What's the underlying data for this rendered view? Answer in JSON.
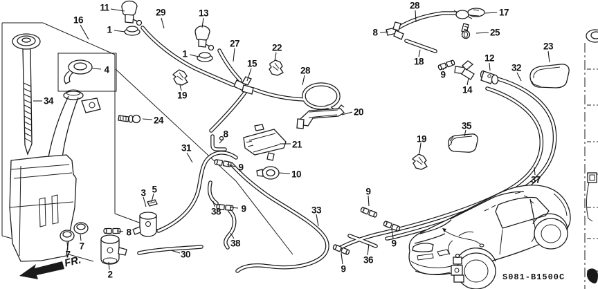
{
  "diagram": {
    "background_color": "#ffffff",
    "line_color": "#1a1a1a"
  },
  "orientation": {
    "front_label": "FR."
  },
  "footer": {
    "drawing_code": "S081-B1500C"
  },
  "callouts": [
    {
      "label": "11"
    },
    {
      "label": "1"
    },
    {
      "label": "29"
    },
    {
      "label": "16"
    },
    {
      "label": "13"
    },
    {
      "label": "1"
    },
    {
      "label": "27"
    },
    {
      "label": "15"
    },
    {
      "label": "22"
    },
    {
      "label": "28"
    },
    {
      "label": "28"
    },
    {
      "label": "17"
    },
    {
      "label": "8"
    },
    {
      "label": "25"
    },
    {
      "label": "18"
    },
    {
      "label": "9"
    },
    {
      "label": "12"
    },
    {
      "label": "14"
    },
    {
      "label": "23"
    },
    {
      "label": "32"
    },
    {
      "label": "19"
    },
    {
      "label": "4"
    },
    {
      "label": "24"
    },
    {
      "label": "34"
    },
    {
      "label": "20"
    },
    {
      "label": "8"
    },
    {
      "label": "21"
    },
    {
      "label": "31"
    },
    {
      "label": "9"
    },
    {
      "label": "10"
    },
    {
      "label": "19"
    },
    {
      "label": "35"
    },
    {
      "label": "37"
    },
    {
      "label": "3"
    },
    {
      "label": "5"
    },
    {
      "label": "8"
    },
    {
      "label": "38"
    },
    {
      "label": "9"
    },
    {
      "label": "38"
    },
    {
      "label": "33"
    },
    {
      "label": "9"
    },
    {
      "label": "7"
    },
    {
      "label": "7"
    },
    {
      "label": "2"
    },
    {
      "label": "30"
    },
    {
      "label": "9"
    },
    {
      "label": "36"
    },
    {
      "label": "9"
    }
  ]
}
